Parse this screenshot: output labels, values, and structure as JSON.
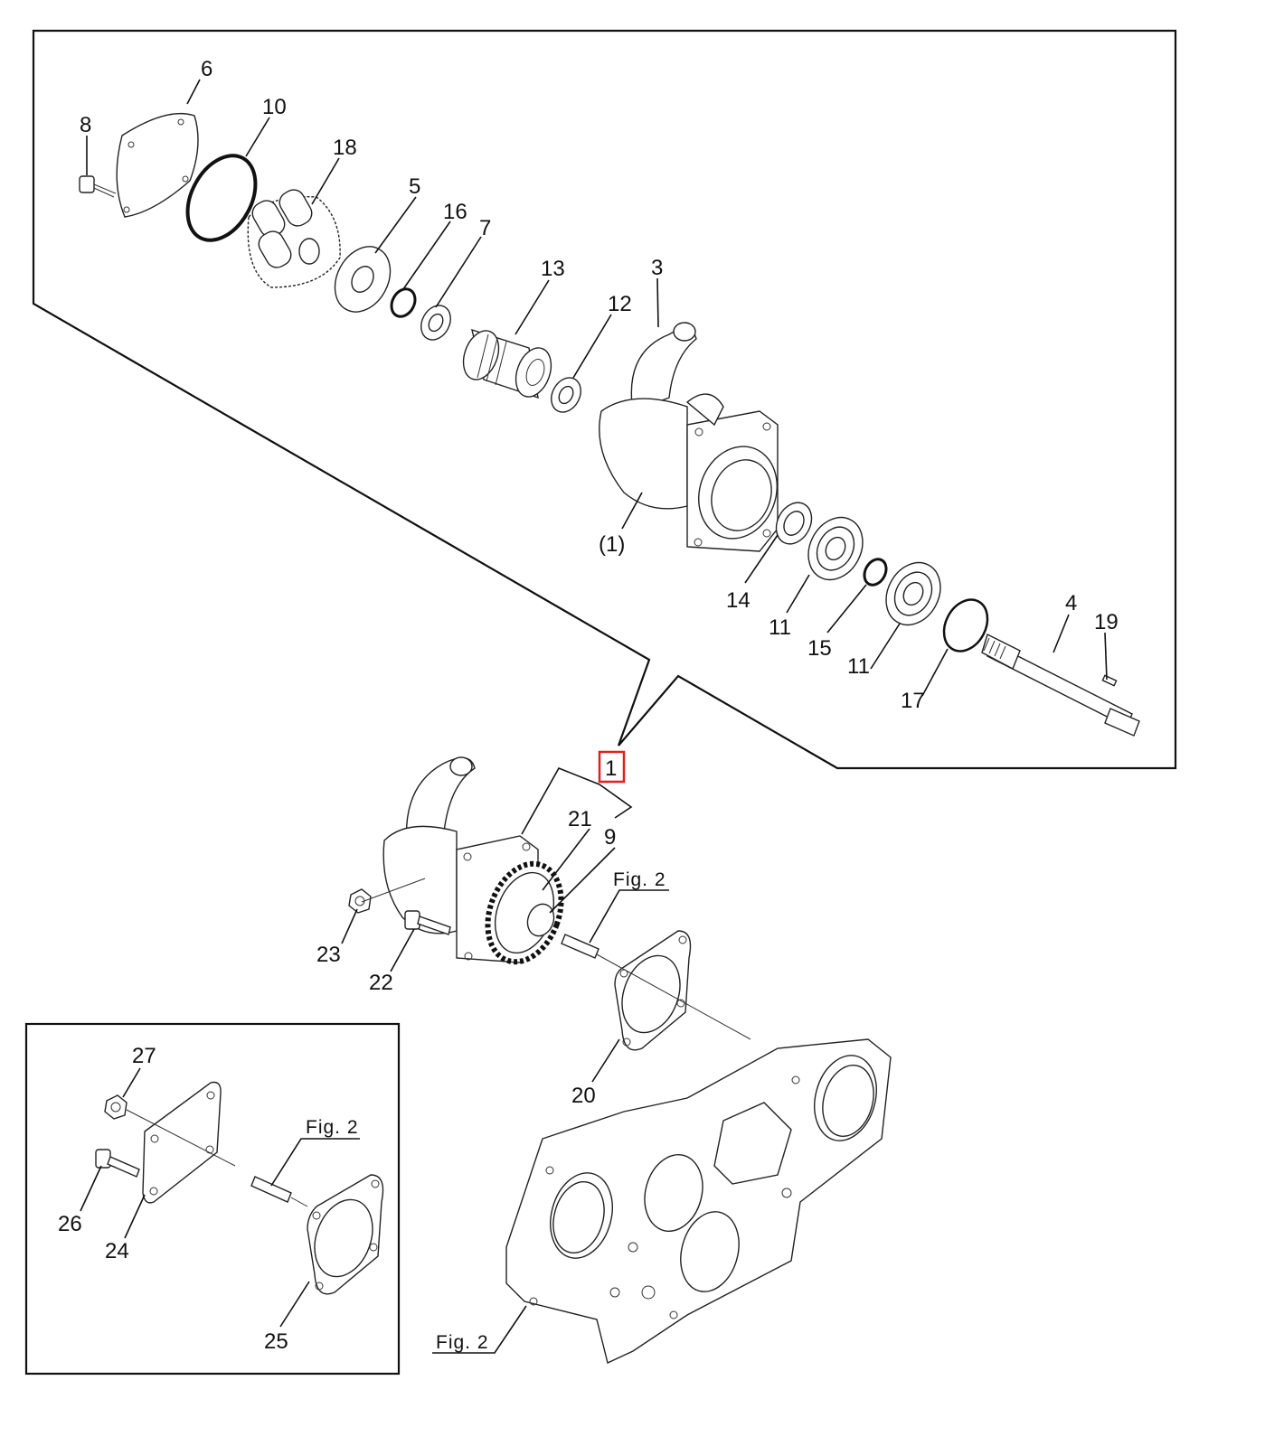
{
  "diagram": {
    "callouts": {
      "c1": "1",
      "c1_paren": "(1)",
      "c3": "3",
      "c4": "4",
      "c5": "5",
      "c6": "6",
      "c7": "7",
      "c8": "8",
      "c9": "9",
      "c10": "10",
      "c11a": "11",
      "c11b": "11",
      "c12": "12",
      "c13": "13",
      "c14": "14",
      "c15": "15",
      "c16": "16",
      "c17": "17",
      "c18": "18",
      "c19": "19",
      "c20": "20",
      "c21": "21",
      "c22": "22",
      "c23": "23",
      "c24": "24",
      "c25": "25",
      "c26": "26",
      "c27": "27"
    },
    "fig_refs": {
      "main": "Fig. 2",
      "inset": "Fig. 2",
      "bottom": "Fig. 2"
    },
    "highlight_color": "#e02020"
  }
}
